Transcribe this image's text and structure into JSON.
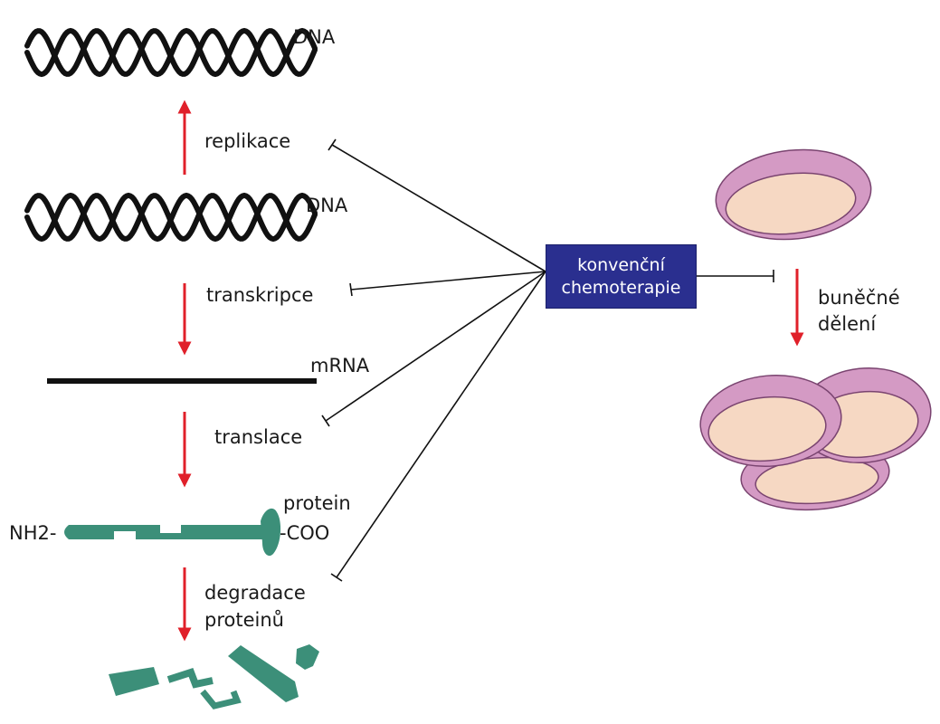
{
  "labels": {
    "dna_top": "DNA",
    "replication": "replikace",
    "dna_middle": "DNA",
    "transcription": "transkripce",
    "mrna": "mRNA",
    "translation": "translace",
    "protein": "protein",
    "nh2": "NH2-",
    "coo": "-COO",
    "degradation_line1": "degradace",
    "degradation_line2": "proteinů",
    "cell_division_line1": "buněčné",
    "cell_division_line2": "dělení"
  },
  "chemo_box": {
    "line1": "konvenční",
    "line2": "chemoterapie"
  },
  "colors": {
    "box_fill": "#2a2f8f",
    "process_arrow": "#e0202a",
    "protein_fill": "#3c8f79",
    "cell_rim": "#d49ac4",
    "cell_inner": "#f6d8c3",
    "dna_stroke": "#111111"
  }
}
